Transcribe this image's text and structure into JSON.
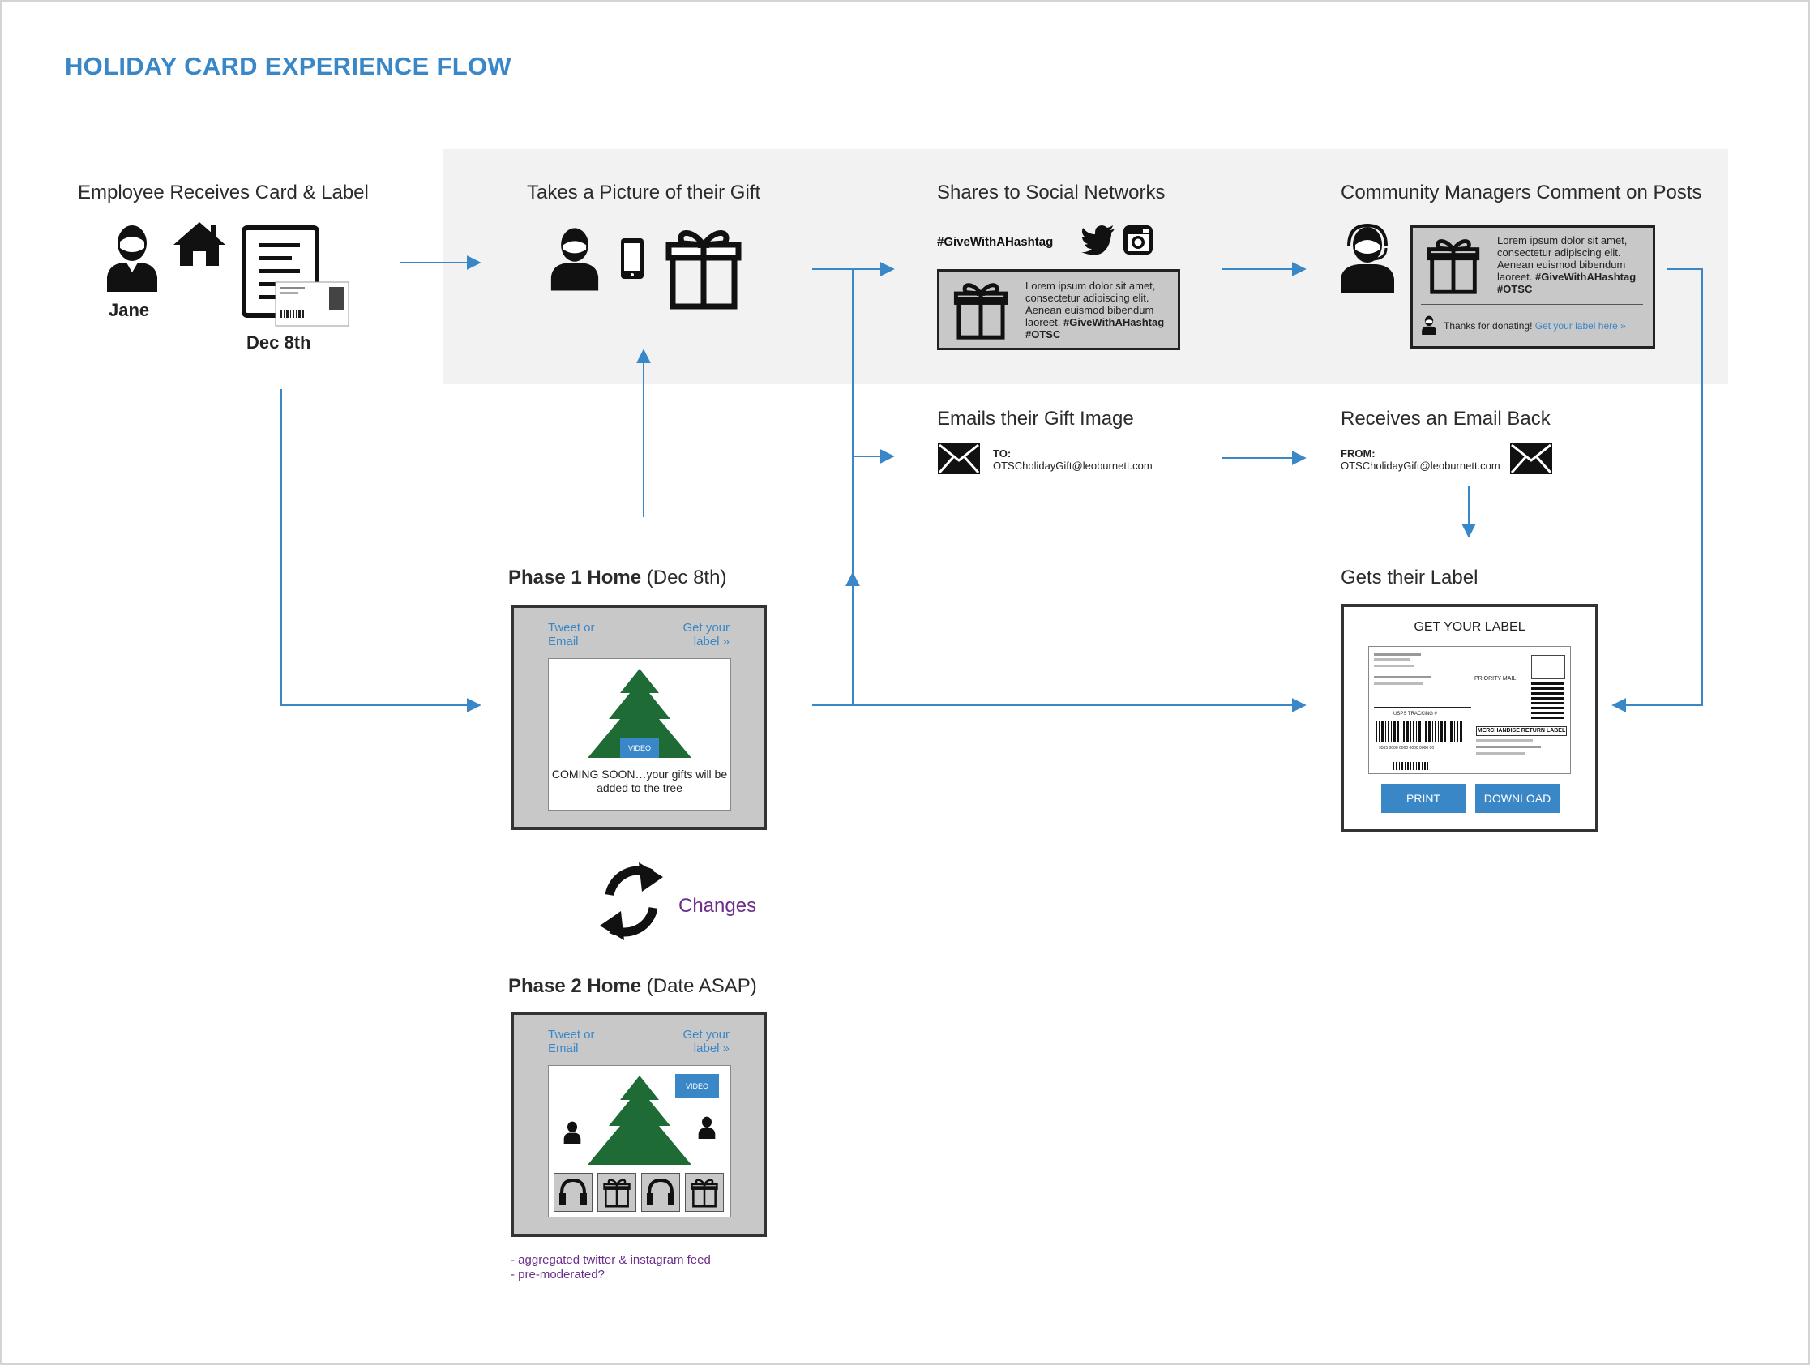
{
  "title": "HOLIDAY CARD EXPERIENCE FLOW",
  "steps": {
    "receives": {
      "label": "Employee Receives Card & Label",
      "person": "Jane",
      "date": "Dec 8th"
    },
    "picture": {
      "label": "Takes a Picture of their Gift"
    },
    "shares": {
      "label": "Shares to Social Networks",
      "hashtag": "#GiveWithAHashtag",
      "post_text": "Lorem ipsum dolor sit amet, consectetur adipiscing elit. Aenean euismod bibendum laoreet.",
      "post_tag1": "#GiveWithAHashtag",
      "post_tag2": "#OTSC"
    },
    "community": {
      "label": "Community Managers Comment on Posts",
      "post_text": "Lorem ipsum dolor sit amet, consectetur adipiscing elit. Aenean euismod bibendum laoreet.",
      "post_tag1": "#GiveWithAHashtag",
      "post_tag2": "#OTSC",
      "reply": "Thanks for donating!",
      "reply_link": "Get your label here »"
    },
    "emails": {
      "label": "Emails their Gift Image",
      "to_label": "TO:",
      "to": "OTSCholidayGift@leoburnett.com"
    },
    "email_back": {
      "label": "Receives an Email Back",
      "from_label": "FROM:",
      "from": "OTSCholidayGift@leoburnett.com"
    },
    "gets_label": {
      "label": "Gets their Label",
      "screen_title": "GET YOUR LABEL",
      "print": "PRINT",
      "download": "DOWNLOAD",
      "label_priority": "PRIORITY MAIL",
      "label_tracking": "USPS TRACKING #",
      "label_return": "MERCHANDISE RETURN LABEL",
      "label_number": "9505 0000 0000 0000 0000 00"
    }
  },
  "phase1": {
    "title_bold": "Phase 1 Home",
    "title_rest": " (Dec 8th)",
    "tweet": "Tweet or Email",
    "get_label": "Get your label »",
    "video": "VIDEO",
    "coming_soon": "COMING SOON…your gifts will be added to the tree"
  },
  "changes": "Changes",
  "phase2": {
    "title_bold": "Phase 2 Home",
    "title_rest": " (Date ASAP)",
    "tweet": "Tweet or Email",
    "get_label": "Get your label »",
    "video": "VIDEO",
    "notes": [
      "- aggregated twitter & instagram feed",
      "- pre-moderated?"
    ]
  },
  "colors": {
    "accent": "#3a87c7",
    "tree": "#1e6b35",
    "note": "#6b2f8a",
    "band": "#f2f2f2"
  }
}
